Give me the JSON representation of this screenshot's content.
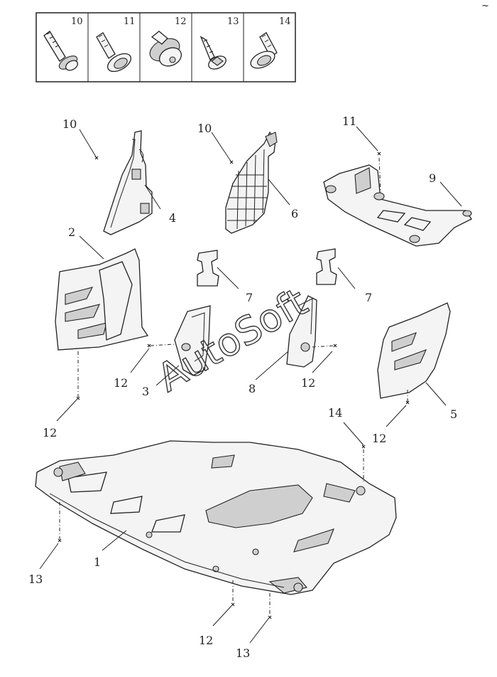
{
  "watermark": "AutoSoft",
  "corner_mark": "~",
  "fastener_legend": [
    {
      "num": "10",
      "icon": "bolt-flange-icon"
    },
    {
      "num": "11",
      "icon": "bolt-washer-icon"
    },
    {
      "num": "12",
      "icon": "plastic-clip-icon"
    },
    {
      "num": "13",
      "icon": "self-tapping-screw-icon"
    },
    {
      "num": "14",
      "icon": "bolt-washer-icon"
    }
  ],
  "callouts": {
    "c10a": "10",
    "c4": "4",
    "c10b": "10",
    "c6": "6",
    "c11": "11",
    "c9": "9",
    "c2": "2",
    "c7a": "7",
    "c7b": "7",
    "c12a": "12",
    "c3": "3",
    "c8": "8",
    "c12b": "12",
    "c5": "5",
    "c12c": "12",
    "c14": "14",
    "c12d": "12",
    "c13a": "13",
    "c1": "1",
    "c12e": "12",
    "c13b": "13"
  }
}
